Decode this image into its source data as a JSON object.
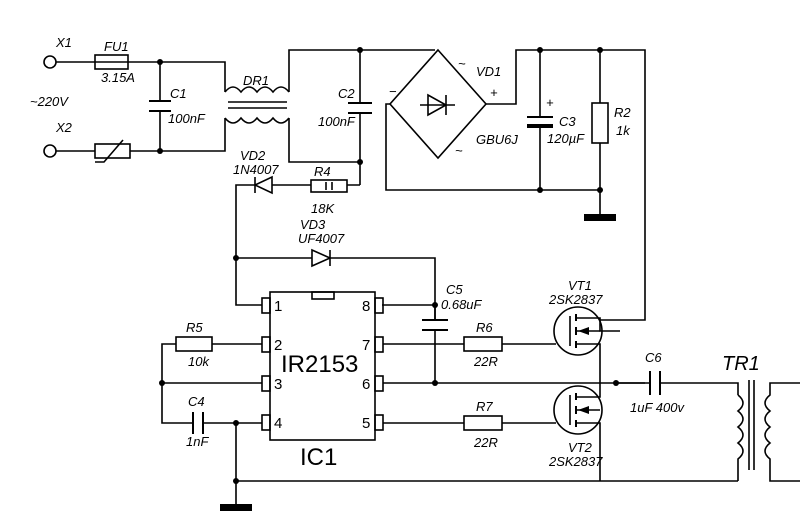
{
  "labels": {
    "x1": "X1",
    "x2": "X2",
    "mains": "~220V",
    "fu1": "FU1",
    "fu1_val": "3.15A",
    "c1": "C1",
    "c1_val": "100nF",
    "dr1": "DR1",
    "c2": "C2",
    "c2_val": "100nF",
    "vd1": "VD1",
    "vd1_val": "GBU6J",
    "c3": "C3",
    "c3_val": "120µF",
    "r2": "R2",
    "r2_val": "1k",
    "vd2": "VD2",
    "vd2_val": "1N4007",
    "r4": "R4",
    "r4_val": "18K",
    "vd3": "VD3",
    "vd3_val": "UF4007",
    "c5": "C5",
    "c5_val": "0.68uF",
    "vt1": "VT1",
    "vt1_val": "2SK2837",
    "r5": "R5",
    "r5_val": "10k",
    "r6": "R6",
    "r6_val": "22R",
    "c4": "C4",
    "c4_val": "1nF",
    "r7": "R7",
    "r7_val": "22R",
    "vt2": "VT2",
    "vt2_val": "2SK2837",
    "c6": "C6",
    "c6_val": "1uF 400v",
    "tr1": "TR1",
    "ic_name": "IR2153",
    "ic_ref": "IC1",
    "pin1": "1",
    "pin2": "2",
    "pin3": "3",
    "pin4": "4",
    "pin5": "5",
    "pin6": "6",
    "pin7": "7",
    "pin8": "8",
    "plus": "+",
    "minus": "−",
    "ac1": "~",
    "ac2": "~",
    "c3_plus": "+"
  }
}
